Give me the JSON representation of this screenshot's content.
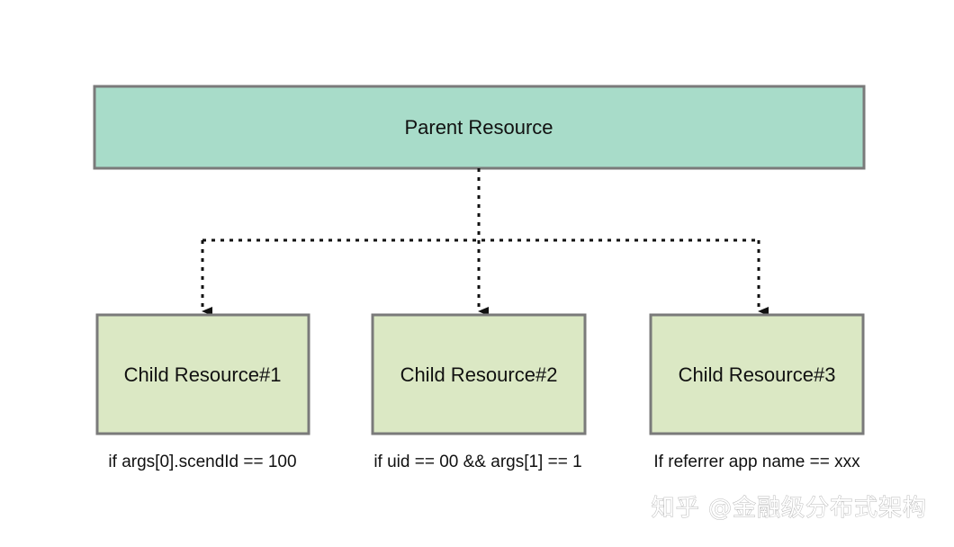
{
  "colors": {
    "parent_fill": "#a8dcc9",
    "child_fill": "#dbe8c4",
    "box_stroke": "#7a7a7a",
    "connector": "#111111"
  },
  "parent": {
    "label": "Parent Resource"
  },
  "children": [
    {
      "label": "Child Resource#1",
      "condition": "if args[0].scendId == 100"
    },
    {
      "label": "Child Resource#2",
      "condition": "if uid == 00 && args[1] == 1"
    },
    {
      "label": "Child Resource#3",
      "condition": "If referrer app name == xxx"
    }
  ],
  "watermark": {
    "text": "知乎 @金融级分布式架构"
  }
}
